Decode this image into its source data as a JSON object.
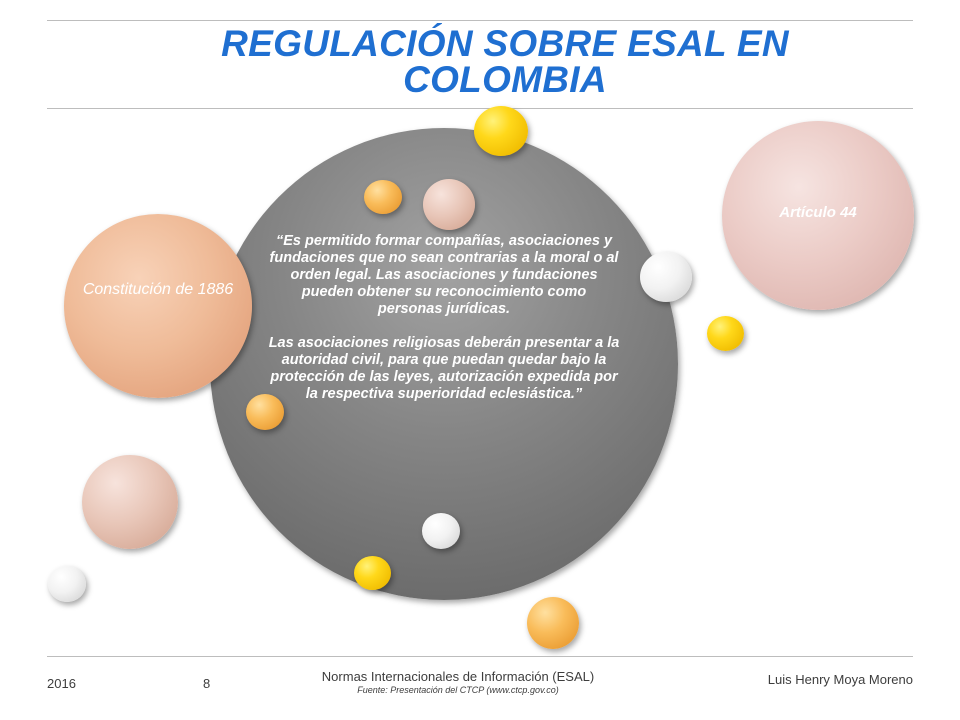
{
  "slide": {
    "title_line1": "REGULACIÓN SOBRE ESAL EN",
    "title_line2": "COLOMBIA"
  },
  "diagram": {
    "center_paragraph_1": "“Es permitido formar compañías, asociaciones y fundaciones que no sean contrarias a la moral o al orden legal. Las asociaciones y fundaciones pueden obtener su reconocimiento como personas jurídicas.",
    "center_paragraph_2": "Las asociaciones religiosas deberán presentar a la autoridad civil, para que puedan quedar bajo la protección de las leyes, autorización expedida por la respectiva superioridad eclesiástica.”",
    "left_label": "Constitución de 1886",
    "right_label": "Artículo 44"
  },
  "footer": {
    "year": "2016",
    "page_number": "8",
    "main_text": "Normas Internacionales de Información (ESAL)",
    "source": "Fuente: Presentación del CTCP (www.ctcp.gov.co)",
    "author": "Luis Henry Moya Moreno"
  },
  "colors": {
    "title": "#1f6fd1",
    "main_circle": "#7a7a7a",
    "gold": "#ffd81a",
    "orange": "#f2a940",
    "rose": "#e4c0b2",
    "silver": "#e8e8e8",
    "peach": "#eab08c",
    "pink": "#e7c5c0"
  }
}
